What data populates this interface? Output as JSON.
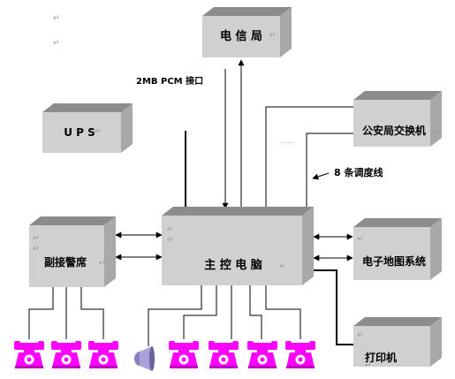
{
  "boxes": {
    "telecom": "电 信 局",
    "ups": "U P S",
    "police_exchange": "公安局交换机",
    "vice_seat": "副接警席",
    "main_computer": "主 控 电 脑",
    "map_system": "电子地图系统",
    "printer": "打印机"
  },
  "annotations": {
    "pcm_interface": "2MB PCM 接口",
    "dispatch_lines": "8 条调度线",
    "ellipsis": "……"
  },
  "marks": {
    "return": "↵"
  },
  "devices": {
    "phone_icon": "telephone-icon",
    "speaker_icon": "loudspeaker-icon",
    "phone_color": "#ff00ff",
    "speaker_color": "#8a7fc0"
  },
  "colors": {
    "box_face": "#d0d0d0",
    "box_top": "#8c8c8c",
    "box_side": "#a8a8a8",
    "line": "#000000"
  }
}
